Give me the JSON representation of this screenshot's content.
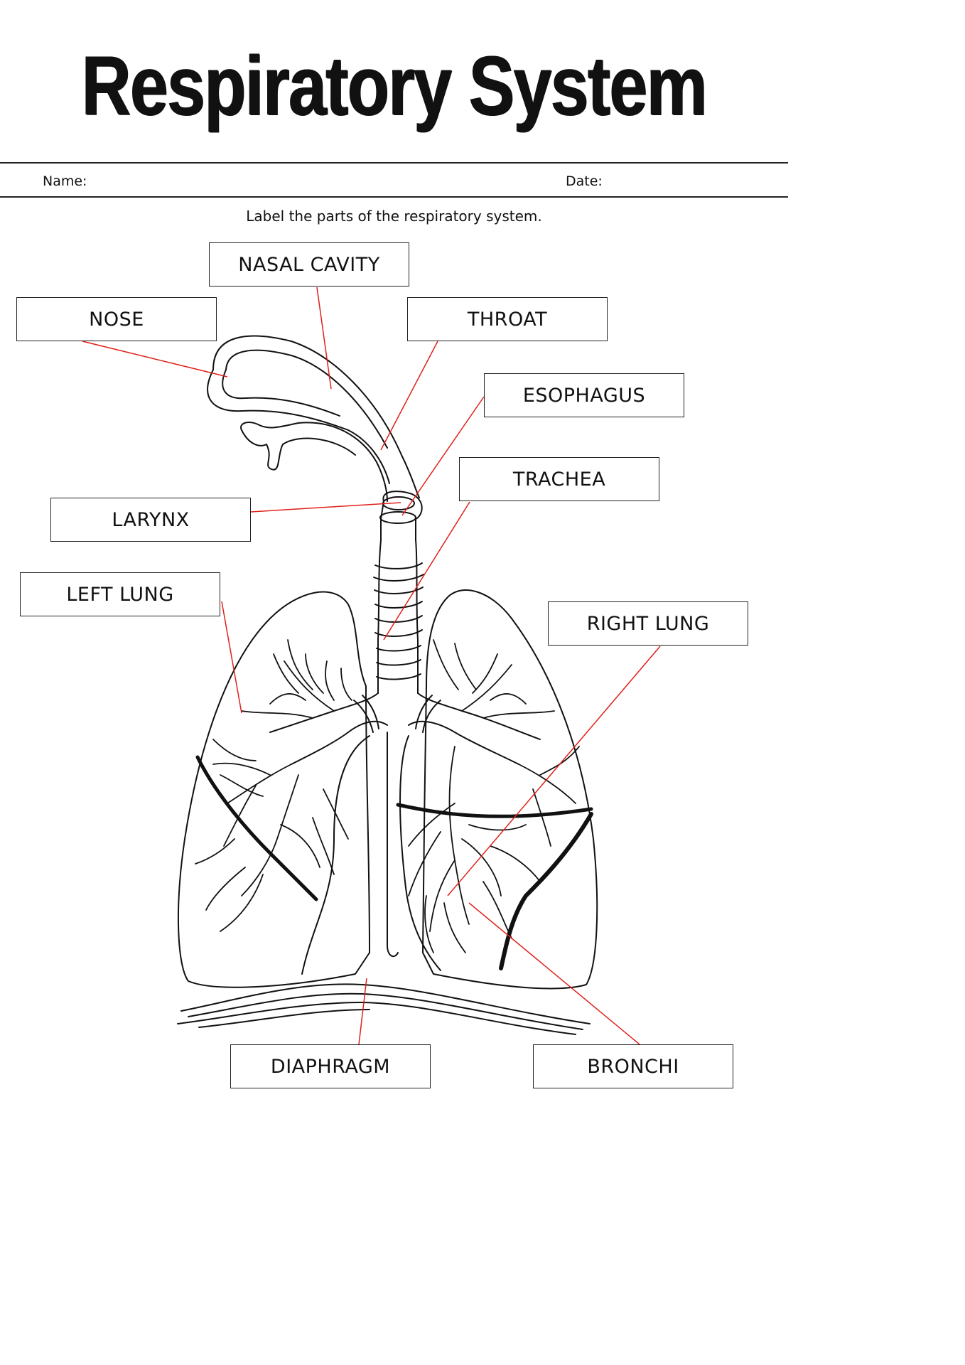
{
  "header": {
    "title": "Respiratory System",
    "name_label": "Name:",
    "date_label": "Date:"
  },
  "instruction": "Label the parts of the respiratory system.",
  "labels": {
    "nasal_cavity": "NASAL CAVITY",
    "nose": "NOSE",
    "throat": "THROAT",
    "esophagus": "ESOPHAGUS",
    "trachea": "TRACHEA",
    "larynx": "LARYNX",
    "left_lung": "LEFT LUNG",
    "right_lung": "RIGHT LUNG",
    "diaphragm": "DIAPHRAGM",
    "bronchi": "BRONCHI"
  },
  "colors": {
    "leader_line": "#e0201a",
    "outline": "#111111"
  }
}
